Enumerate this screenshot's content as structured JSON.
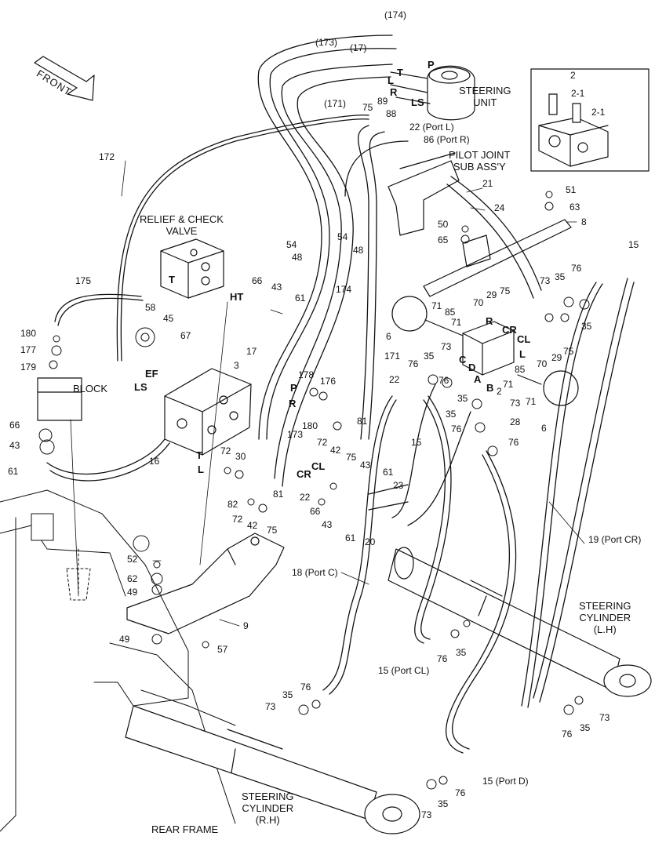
{
  "front_label": "FRONT",
  "titles": {
    "steering_unit": [
      "STEERING",
      "UNIT"
    ],
    "pilot_joint": [
      "PILOT JOINT",
      "SUB ASS'Y"
    ],
    "relief_check": [
      "RELIEF & CHECK",
      "VALVE"
    ],
    "block": "BLOCK",
    "cyl_lh": [
      "STEERING",
      "CYLINDER",
      "(L.H)"
    ],
    "cyl_rh": [
      "STEERING",
      "CYLINDER",
      "(R.H)"
    ],
    "rear_frame": "REAR FRAME"
  },
  "inset": {
    "n2": "2",
    "n21a": "2-1",
    "n21b": "2-1"
  },
  "callouts": {
    "c174top": "(174)",
    "c173": "(173)",
    "c17": "(17)",
    "c171": "(171)",
    "P1": "P",
    "T1": "T",
    "L1": "L",
    "R1": "R",
    "LS1": "LS",
    "n89": "89",
    "n75a": "75",
    "n88": "88",
    "port22": "22 (Port L)",
    "port86": "86 (Port R)",
    "n172": "172",
    "n21": "21",
    "n24": "24",
    "n51": "51",
    "n63": "63",
    "n8": "8",
    "n50": "50",
    "n65": "65",
    "n54a": "54",
    "n54b": "54",
    "n48a": "48",
    "n48b": "48",
    "n175": "175",
    "n58": "58",
    "n45": "45",
    "n67": "67",
    "n180a": "180",
    "n177": "177",
    "n179": "179",
    "T2": "T",
    "HT": "HT",
    "n66a": "66",
    "n43a": "43",
    "n61a": "61",
    "n174": "174",
    "n17": "17",
    "n3": "3",
    "EF": "EF",
    "LS2": "LS",
    "n66b": "66",
    "n43b": "43",
    "n61b": "61",
    "n16": "16",
    "P2": "P",
    "R2": "R",
    "n178": "178",
    "n176": "176",
    "n180b": "180",
    "n81a": "81",
    "n72a": "72",
    "n42a": "42",
    "n75b": "75",
    "n173": "173",
    "n171": "171",
    "n22a": "22",
    "T3": "T",
    "L2": "L",
    "n72b": "72",
    "n30": "30",
    "n82": "82",
    "n72c": "72",
    "n42b": "42",
    "n81b": "81",
    "n75c": "75",
    "n22b": "22",
    "CR1": "CR",
    "CL1": "CL",
    "n43c": "43",
    "n61c": "61",
    "n23": "23",
    "n66c": "66",
    "n43d": "43",
    "n61d": "61",
    "n20": "20",
    "n6a": "6",
    "n71a": "71",
    "n85a": "85",
    "n71b": "71",
    "n73a": "73",
    "n76a": "76",
    "n35a": "35",
    "C": "C",
    "D": "D",
    "n76b": "76",
    "n35b": "35",
    "A": "A",
    "B": "B",
    "n2": "2",
    "n71c": "71",
    "n85b": "85",
    "n71d": "71",
    "n73b": "73",
    "n6b": "6",
    "n35c": "35",
    "n28": "28",
    "n76c": "76",
    "n76d": "76",
    "n15a": "15",
    "n70a": "70",
    "n29a": "29",
    "n75d": "75",
    "R3": "R",
    "CR2": "CR",
    "CL2": "CL",
    "L3": "L",
    "n70b": "70",
    "n29b": "29",
    "n75e": "75",
    "n73c": "73",
    "n35d": "35",
    "n76e": "76",
    "n35e": "35",
    "n15b": "15",
    "n52": "52",
    "n62": "62",
    "n49a": "49",
    "n49b": "49",
    "n9": "9",
    "n57": "57",
    "port18": "18 (Port C)",
    "port19": "19 (Port CR)",
    "n76f": "76",
    "n35f": "35",
    "port15cl": "15 (Port CL)",
    "n73d": "73",
    "n35g": "35",
    "n76g": "76",
    "port15d": "15 (Port D)",
    "n35h": "35",
    "n76h": "76",
    "n73e": "73",
    "n73f": "73",
    "n76i": "76",
    "n35i": "35"
  }
}
